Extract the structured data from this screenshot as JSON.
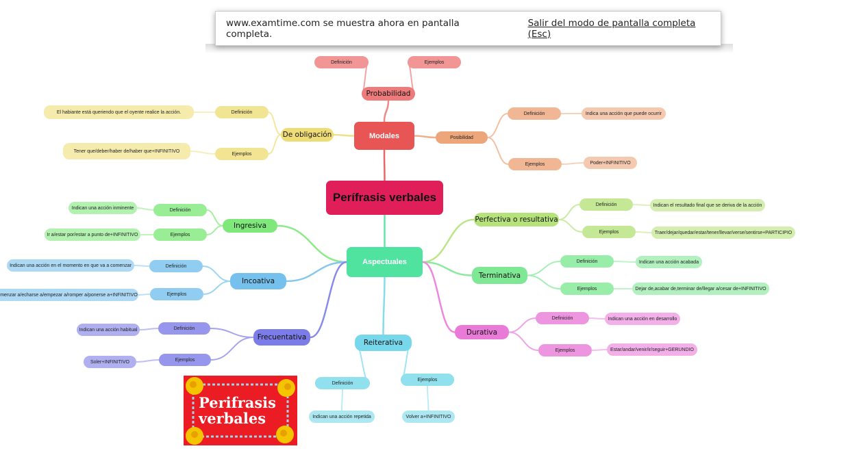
{
  "notification": {
    "message": "www.examtime.com se muestra ahora en pantalla completa.",
    "exit_link": "Salir del modo de pantalla completa (Esc)"
  },
  "logo_text": "Perífrasis verbales",
  "mindmap": {
    "central": {
      "label": "Perífrasis verbales",
      "color": "#e01e5a"
    },
    "modales": {
      "label": "Modales",
      "color": "#e85555",
      "probabilidad": {
        "label": "Probabilidad",
        "color": "#ee7b7b",
        "definicion": "Definición",
        "ejemplos": "Ejemplos"
      },
      "obligacion": {
        "label": "De obligación",
        "color": "#eedd77",
        "definicion": "Definición",
        "definicion_text": "El habiante está queriendo que el oyente realice la acción.",
        "ejemplos": "Ejemplos",
        "ejemplos_text": "Tener que/deber/haber de/haber que+INFINITIVO"
      },
      "posibilidad": {
        "label": "Posibilidad",
        "color": "#eda57a",
        "definicion": "Definición",
        "definicion_text": "Indica una acción que puede ocurrir",
        "ejemplos": "Ejemplos",
        "ejemplos_text": "Poder+INFINITIVO"
      }
    },
    "aspectuales": {
      "label": "Aspectuales",
      "color": "#50e3a0",
      "ingresiva": {
        "label": "Ingresiva",
        "color": "#7ee87a",
        "definicion": "Definición",
        "definicion_text": "Indican una acción inminente",
        "ejemplos": "Ejemplos",
        "ejemplos_text": "Ir a/estar por/estar a punto de+INFINITIVO"
      },
      "incoativa": {
        "label": "Incoativa",
        "color": "#76c0ee",
        "definicion": "Definición",
        "definicion_text": "Indican una acción en el momento en que va a comenzar",
        "ejemplos": "Ejemplos",
        "ejemplos_text": "Comenzar a/echarse a/empezar a/romper a/ponerse a+INFINITIVO"
      },
      "frecuentativa": {
        "label": "Frecuentativa",
        "color": "#7c7ce8",
        "definicion": "Definición",
        "definicion_text": "Indican una acción habitual",
        "ejemplos": "Ejemplos",
        "ejemplos_text": "Soler+INFINITIVO"
      },
      "reiterativa": {
        "label": "Reiterativa",
        "color": "#76d8ea",
        "definicion": "Definición",
        "definicion_text": "Indican una acción repetida",
        "ejemplos": "Ejemplos",
        "ejemplos_text": "Volver a+INFINITIVO"
      },
      "perfectiva": {
        "label": "Perfectiva o resultativa",
        "color": "#b5e27a",
        "definicion": "Definición",
        "definicion_text": "Indican el resultado final que se deriva de la acción",
        "ejemplos": "Ejemplos",
        "ejemplos_text": "Traer/dejar/quedar/estar/tener/llevar/verse/sentirse+PARTICIPIO"
      },
      "terminativa": {
        "label": "Terminativa",
        "color": "#7ee894",
        "definicion": "Definición",
        "definicion_text": "Indican una acción acabada",
        "ejemplos": "Ejemplos",
        "ejemplos_text": "Dejar de,acabar de,terminar de/llegar a/cesar de+INFINITIVO"
      },
      "durativa": {
        "label": "Durativa",
        "color": "#ea7ad8",
        "definicion": "Definición",
        "definicion_text": "Indican una acción en desarrollo",
        "ejemplos": "Ejemplos",
        "ejemplos_text": "Estar/andar/venir/ir/seguir+GERUNDIO"
      }
    }
  }
}
